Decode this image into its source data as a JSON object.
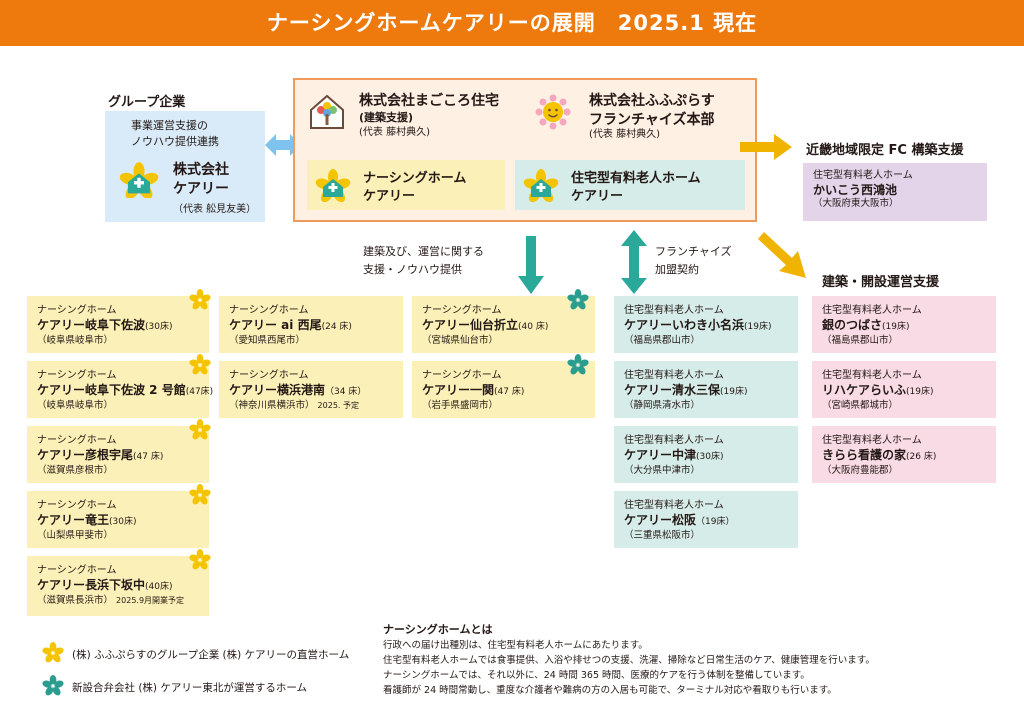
{
  "title": "ナーシングホームケアリーの展開　2025.1 現在",
  "group": {
    "heading": "グループ企業",
    "desc1": "事業運営支援の",
    "desc2": "ノウハウ提供連携",
    "name1": "株式会社",
    "name2": "ケアリー",
    "rep": "（代表 舩見友美）"
  },
  "center": {
    "co1_name": "株式会社まごころ住宅",
    "co1_sub": "(建築支援)",
    "co1_rep": "(代表 藤村典久)",
    "co2_name1": "株式会社ふふぷらす",
    "co2_name2": "フランチャイズ本部",
    "co2_rep": "(代表 藤村典久)",
    "brand1_l1": "ナーシングホーム",
    "brand1_l2": "ケアリー",
    "brand2_l1": "住宅型有料老人ホーム",
    "brand2_l2": "ケアリー"
  },
  "kinki": {
    "heading": "近畿地域限定 FC 構築支援",
    "type": "住宅型有料老人ホーム",
    "name": "かいこう西鴻池",
    "loc": "（大阪府東大阪市）"
  },
  "arrows": {
    "build_l1": "建築及び、運営に関する",
    "build_l2": "支援・ノウハウ提供",
    "fc_l1": "フランチャイズ",
    "fc_l2": "加盟契約",
    "dev_heading": "建築・開設運営支援"
  },
  "col1": [
    {
      "type": "ナーシングホーム",
      "name": "ケアリー岐阜下佐波",
      "beds": "(30床)",
      "loc": "（岐阜県岐阜市）",
      "extra": ""
    },
    {
      "type": "ナーシングホーム",
      "name": "ケアリー岐阜下佐波 2 号館",
      "beds": "(47床)",
      "loc": "（岐阜県岐阜市）",
      "extra": ""
    },
    {
      "type": "ナーシングホーム",
      "name": "ケアリー彦根宇尾",
      "beds": "(47 床)",
      "loc": "（滋賀県彦根市）",
      "extra": ""
    },
    {
      "type": "ナーシングホーム",
      "name": "ケアリー竜王",
      "beds": "(30床)",
      "loc": "（山梨県甲斐市）",
      "extra": ""
    },
    {
      "type": "ナーシングホーム",
      "name": "ケアリー長浜下坂中",
      "beds": "(40床)",
      "loc": "（滋賀県長浜市）",
      "extra": "2025.9月開業予定"
    }
  ],
  "col2": [
    {
      "type": "ナーシングホーム",
      "name": "ケアリー ai 西尾",
      "beds": "(24 床)",
      "loc": "（愛知県西尾市）",
      "extra": ""
    },
    {
      "type": "ナーシングホーム",
      "name": "ケアリー横浜港南",
      "beds": "（34 床）",
      "loc": "（神奈川県横浜市）",
      "extra": "2025. 予定"
    }
  ],
  "col3": [
    {
      "type": "ナーシングホーム",
      "name": "ケアリー仙台折立",
      "beds": "(40 床)",
      "loc": "（宮城県仙台市）",
      "extra": ""
    },
    {
      "type": "ナーシングホーム",
      "name": "ケアリー一関",
      "beds": "(47 床)",
      "loc": "（岩手県盛岡市）",
      "extra": ""
    }
  ],
  "col4": [
    {
      "type": "住宅型有料老人ホーム",
      "name": "ケアリーいわき小名浜",
      "beds": "(19床)",
      "loc": "（福島県郡山市）",
      "extra": ""
    },
    {
      "type": "住宅型有料老人ホーム",
      "name": "ケアリー清水三保",
      "beds": "(19床)",
      "loc": "（静岡県清水市）",
      "extra": ""
    },
    {
      "type": "住宅型有料老人ホーム",
      "name": "ケアリー中津",
      "beds": "(30床)",
      "loc": "（大分県中津市）",
      "extra": ""
    },
    {
      "type": "住宅型有料老人ホーム",
      "name": "ケアリー松阪",
      "beds": "（19床）",
      "loc": "（三重県松阪市）",
      "extra": ""
    }
  ],
  "col5": [
    {
      "type": "住宅型有料老人ホーム",
      "name": "銀のつばさ",
      "beds": "(19床)",
      "loc": "（福島県郡山市）",
      "extra": ""
    },
    {
      "type": "住宅型有料老人ホーム",
      "name": "リハケアらいふ",
      "beds": "(19床)",
      "loc": "（宮崎県都城市）",
      "extra": ""
    },
    {
      "type": "住宅型有料老人ホーム",
      "name": "きらら看護の家",
      "beds": "(26 床)",
      "loc": "（大阪府豊能郡）",
      "extra": ""
    }
  ],
  "legend": {
    "yellow": "(株) ふふぷらすのグループ企業 (株) ケアリーの直営ホーム",
    "teal": "新設合弁会社 (株) ケアリー東北が運営するホーム"
  },
  "about": {
    "heading": "ナーシングホームとは",
    "lines": [
      "行政への届け出種別は、住宅型有料老人ホームにあたります。",
      "住宅型有料老人ホームでは食事提供、入浴や排せつの支援、洗濯、掃除など日常生活のケア、健康管理を行います。",
      "ナーシングホームでは、それ以外に、24 時間 365 時間、医療的ケアを行う体制を整備しています。",
      "看護師が 24 時間常動し、重度な介護者や難病の方の入居も可能で、ターミナル対応や看取りも行います。"
    ]
  },
  "colors": {
    "banner": "#ee7a0d",
    "yellow_box": "#fbf1b8",
    "teal_box": "#d6ece9",
    "pink_box": "#f8dbe4",
    "lavender_box": "#e3d4ea",
    "blue_box": "#d9ebf8",
    "star_yellow": "#f5c400",
    "star_teal": "#2a9d8f",
    "arrow_teal": "#2aa89a",
    "arrow_yellow": "#f0b400",
    "arrow_blue": "#7ec3ee"
  }
}
